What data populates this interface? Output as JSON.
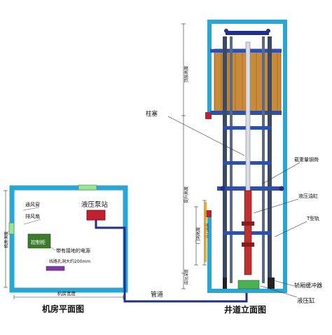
{
  "machine_room": {
    "caption": "机房平面图",
    "pump_station_label": "液压泵站",
    "vent_window_label": "通风窗",
    "exhaust_fan_label": "排风扇",
    "controller_label": "控制柜",
    "grounded_supply_label": "带有接地的电源",
    "cable_hole_label": "线路孔洞大约200mm",
    "room_depth_label": "机房深度",
    "room_width_label": "机房宽度"
  },
  "pipe_label": "管道",
  "shaft": {
    "caption": "井道立面图",
    "car_label": "柱塞",
    "car_guide_label": "载重量钢骨",
    "hydraulic_jack_label": "液压油缸",
    "t_rail_label": "T型轨",
    "buffer_label": "轿厢缓冲器",
    "cylinder_label": "液压缸",
    "top_height_label": "顶层高度",
    "travel_label": "提升高度",
    "door_height_label": "门洞高度",
    "door_width_label": "开门宽度",
    "pit_depth_label": "底坑深度"
  },
  "colors": {
    "wall": "#2aa6d4",
    "pipe": "#1f2f8a",
    "car": "#c98a3a",
    "pump": "#c02030",
    "cylinder": "#c03030",
    "buffer": "#4caf50",
    "rail": "#3b4a63",
    "bracket": "#2f4fa8"
  }
}
